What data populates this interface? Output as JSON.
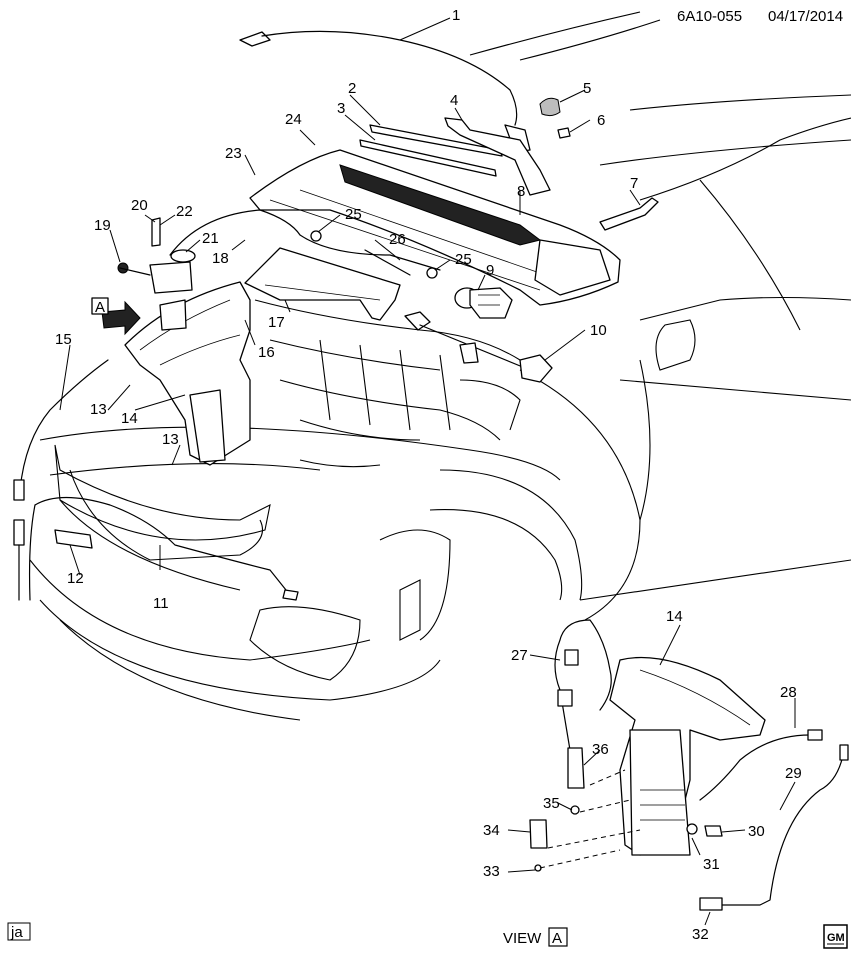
{
  "header": {
    "diagram_code": "6A10-055",
    "date": "04/17/2014"
  },
  "footer": {
    "author_code": "ja",
    "view_label": "VIEW",
    "view_letter": "A",
    "logo_text": "GM"
  },
  "view_marker": {
    "letter": "A"
  },
  "callouts": [
    "1",
    "2",
    "3",
    "4",
    "5",
    "6",
    "7",
    "8",
    "9",
    "10",
    "11",
    "12",
    "13",
    "13",
    "14",
    "14",
    "15",
    "16",
    "17",
    "18",
    "19",
    "20",
    "21",
    "22",
    "23",
    "24",
    "25",
    "25",
    "26",
    "27",
    "28",
    "29",
    "30",
    "31",
    "32",
    "33",
    "34",
    "35",
    "36"
  ]
}
